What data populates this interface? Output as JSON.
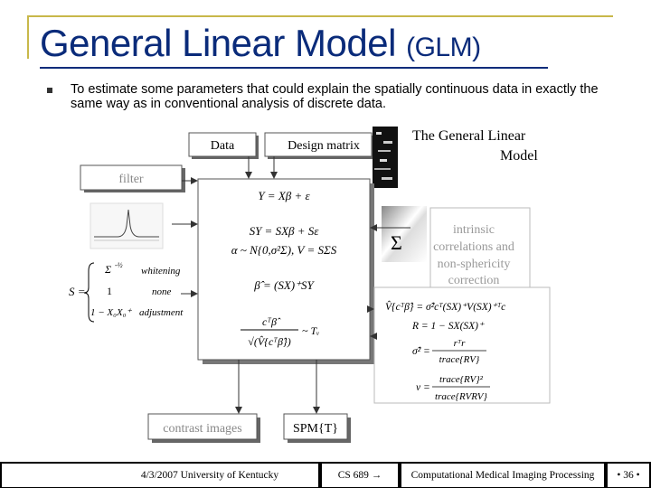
{
  "slide": {
    "title_main": "General Linear Model ",
    "title_paren": "(GLM)",
    "bullet_text": "To estimate some parameters that could explain the spatially continuous data in exactly the same way as in conventional analysis of discrete data."
  },
  "diagram": {
    "data_label": "Data",
    "design_label": "Design matrix",
    "glm_line1": "The General Linear",
    "glm_line2": "Model",
    "filter_label": "filter",
    "eq1": "Y = Xβ + ε",
    "eq2": "SY = SXβ + Sε",
    "eq3": "α ~ N{0,σ²Σ),  V = SΣS",
    "eq4": "β̂ = (SX)⁺SY",
    "eq5_num": "cᵀβ̂",
    "eq5_den": "√(V̂{cᵀβ̂})",
    "eq5_rhs": "~ Tᵥ",
    "intr1": "intrinsic",
    "intr2": "correlations and",
    "intr3": "non-sphericity",
    "intr4": "correction",
    "sigma": "Σ",
    "s_label": "S =",
    "s_row1": "Σ",
    "s_row1_exp": "-½",
    "s_row1_txt": "whitening",
    "s_row2": "1",
    "s_row2_txt": "none",
    "s_row3": "1 − X₀X₀⁺",
    "s_row3_txt": "adjustment",
    "r1": "V̂{cᵀβ̂} = σ̂²cᵀ(SX)⁺V(SX)⁺ᵀc",
    "r2": "R = 1 − SX(SX)⁺",
    "r3_lhs": "σ̂² =",
    "r3_num": "rᵀr",
    "r3_den": "trace{RV}",
    "r4_lhs": "v =",
    "r4_num": "trace{RV}²",
    "r4_den": "trace{RVRV}",
    "contrast_label": "contrast images",
    "spm_label": "SPM{T}"
  },
  "footer": {
    "date_inst": "4/3/2007   University of Kentucky",
    "course": "CS 689 →",
    "topic": "Computational Medical Imaging Processing",
    "page": "• 36 •"
  }
}
